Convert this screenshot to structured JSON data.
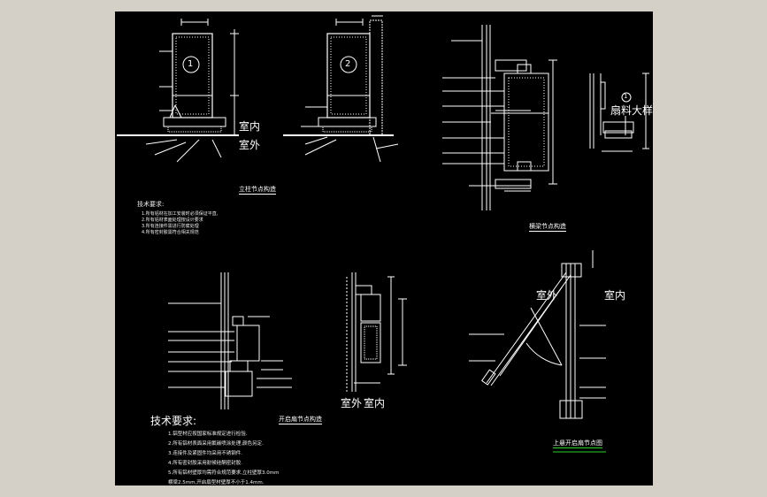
{
  "labels": {
    "indoor": "室内",
    "outdoor": "室外",
    "detail_fanliao": "扇料大样",
    "tech_requirements": "技术要求:",
    "tech_notes_head": "技术要求:"
  },
  "circles": {
    "c1": "1",
    "c2": "2",
    "c3": "1"
  },
  "titles": {
    "door_section": "立柱节点构造",
    "sill_section": "横梁节点构造",
    "open_window_section": "开启扇节点构造",
    "top_hung_window": "上悬开启扇节点图"
  },
  "notes_top": [
    "1.所有铝材在加工安装时必须保证平直,",
    "2.所有铝材表面处理按设计要求",
    "3.所有连接件需进行防腐处理",
    "4.所有密封胶需符合相关规范"
  ],
  "notes_bottom": [
    "1.铝型材应按国家标准规定进行检验.",
    "2.所有铝材表面采用氟碳喷涂处理,颜色另定.",
    "3.连接件及紧固件均采用不锈钢件.",
    "4.所有密封胶采用耐候硅酮密封胶.",
    "5.所有铝材壁厚均需符合规范要求,立柱壁厚3.0mm",
    "   横梁2.5mm,开启扇型材壁厚不小于1.4mm."
  ],
  "colors": {
    "background": "#000000",
    "lines": "#ffffff",
    "accent": "#2ad12a",
    "frame": "#d4d0c8"
  }
}
